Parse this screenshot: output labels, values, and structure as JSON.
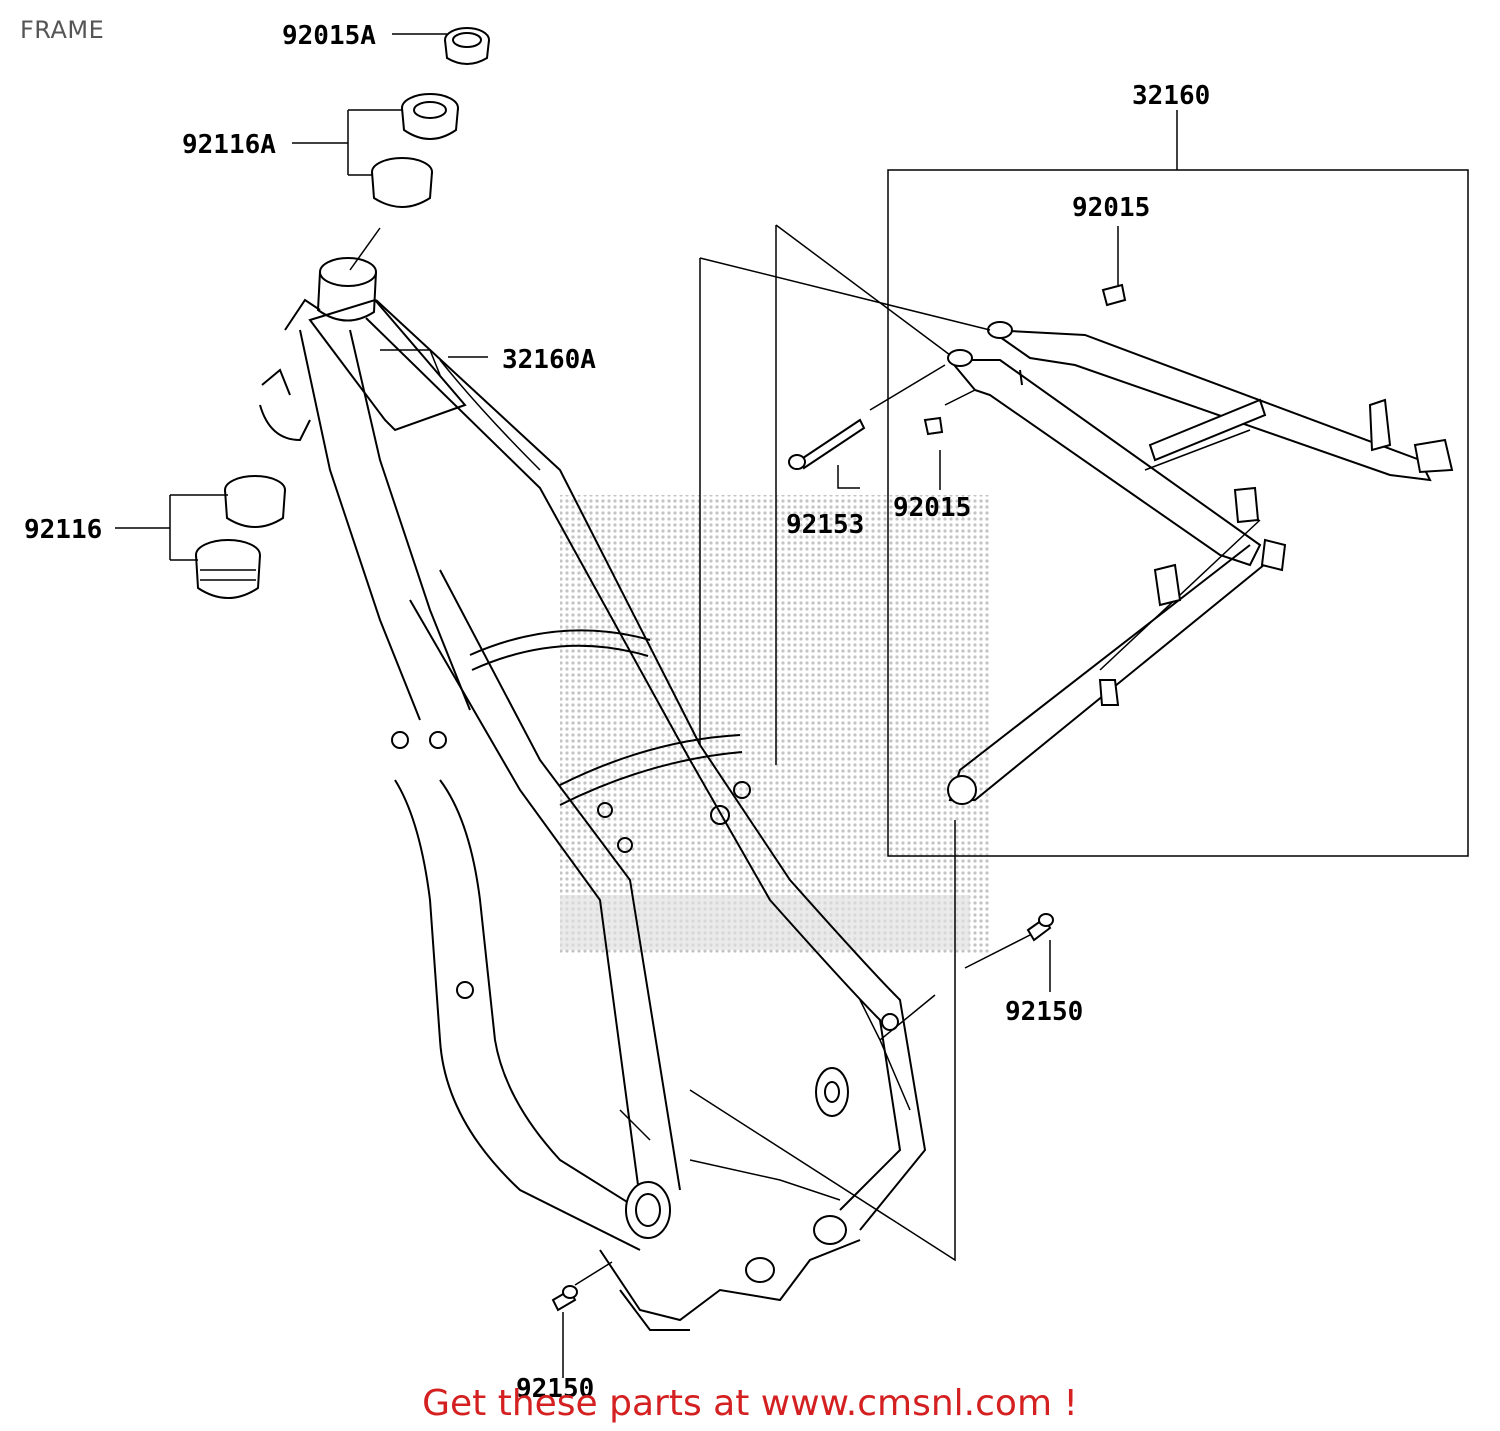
{
  "page": {
    "title": "FRAME"
  },
  "parts": {
    "p92015A": "92015A",
    "p92116A": "92116A",
    "p32160A": "32160A",
    "p92116": "92116",
    "p32160": "32160",
    "p92015_top": "92015",
    "p92153": "92153",
    "p92015_mid": "92015",
    "p92150_right": "92150",
    "p92150_bottom": "92150"
  },
  "footer": {
    "text": "Get these parts at www.cmsnl.com !"
  },
  "colors": {
    "footer": "#d42020",
    "title": "#555555",
    "line": "#000000"
  }
}
